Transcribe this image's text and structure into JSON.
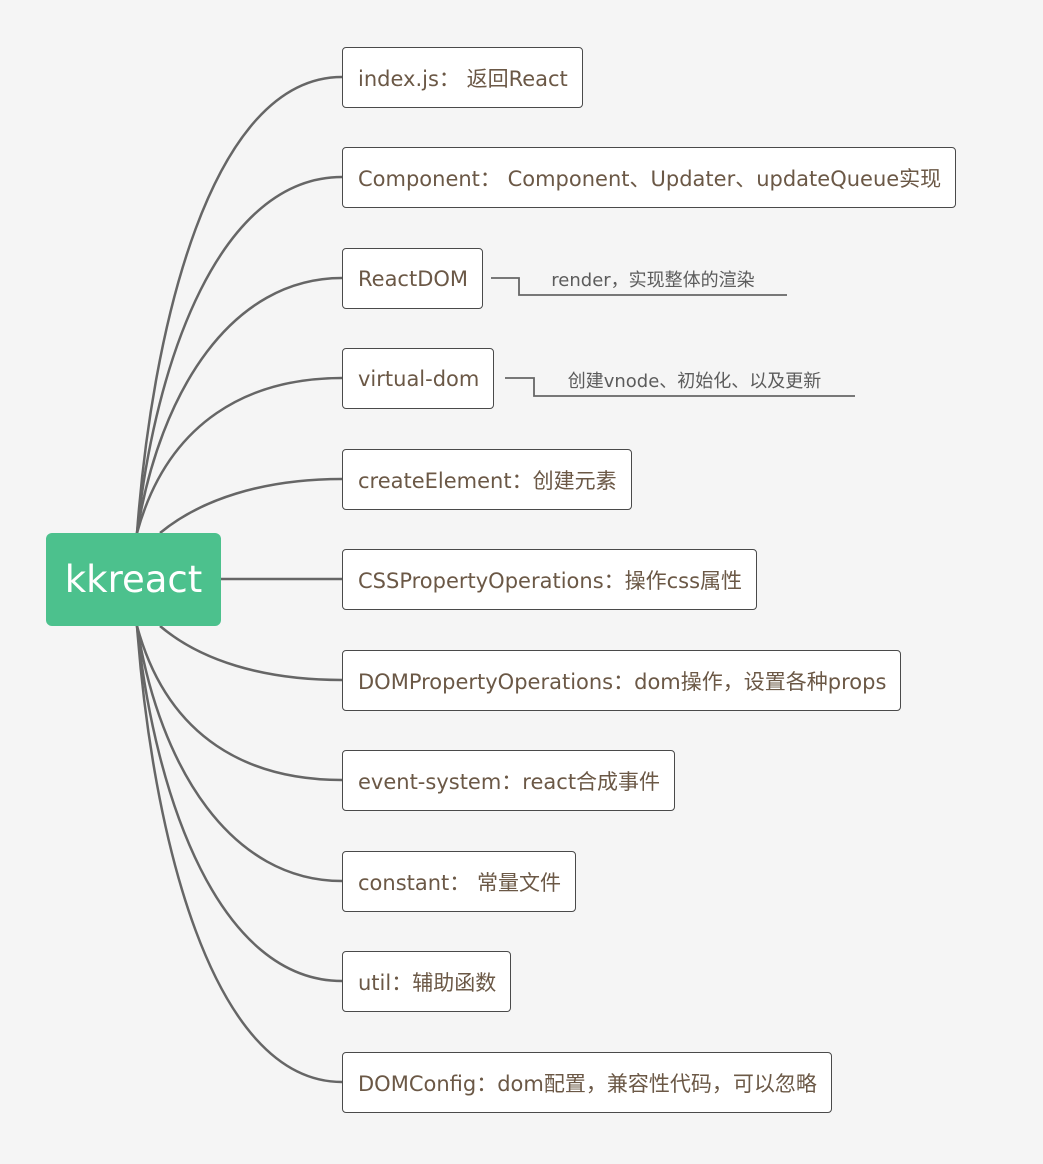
{
  "root": {
    "label": "kkreact"
  },
  "topics": [
    {
      "label": "index.js： 返回React"
    },
    {
      "label": "Component： Component、Updater、updateQueue实现"
    },
    {
      "label": "ReactDOM"
    },
    {
      "label": "virtual-dom"
    },
    {
      "label": "createElement：创建元素"
    },
    {
      "label": "CSSPropertyOperations：操作css属性"
    },
    {
      "label": "DOMPropertyOperations：dom操作，设置各种props"
    },
    {
      "label": "event-system：react合成事件"
    },
    {
      "label": "constant： 常量文件"
    },
    {
      "label": "util：辅助函数"
    },
    {
      "label": "DOMConfig：dom配置，兼容性代码，可以忽略"
    }
  ],
  "notes": [
    {
      "label": "render，实现整体的渲染"
    },
    {
      "label": "创建vnode、初始化、以及更新"
    }
  ],
  "colors": {
    "background": "#f5f5f5",
    "root_fill": "#4cc18d",
    "root_text": "#ffffff",
    "node_border": "#4a4a4a",
    "node_text": "#6b5846",
    "edge": "#666666"
  }
}
